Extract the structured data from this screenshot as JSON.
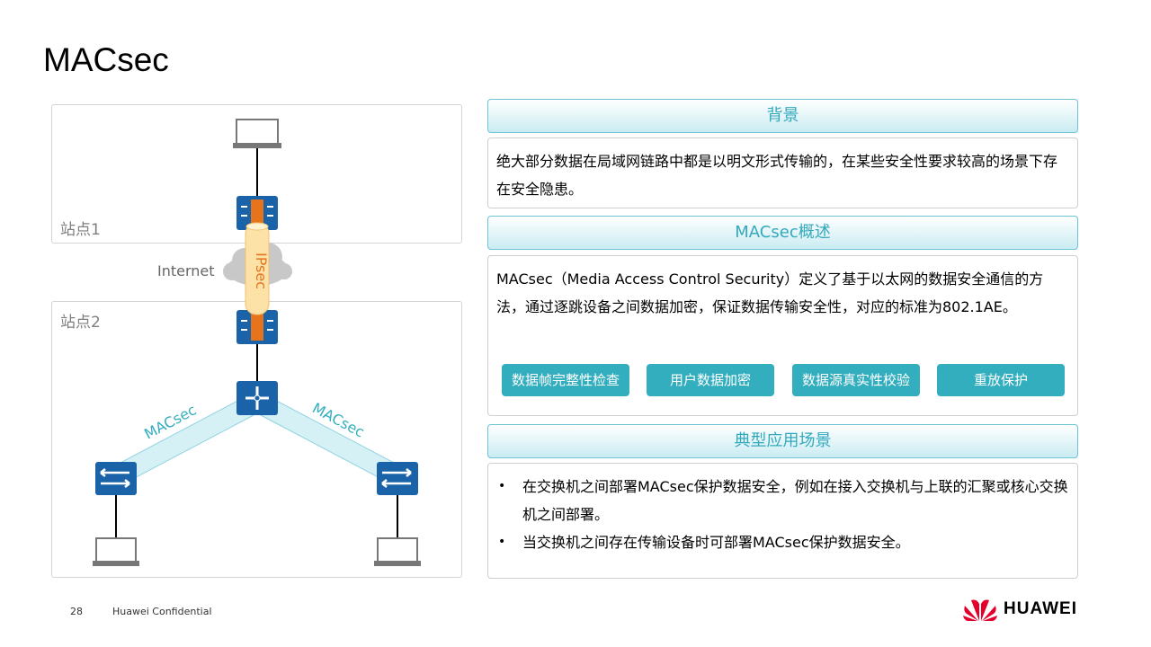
{
  "title": "MACsec",
  "diagram": {
    "site1": "站点1",
    "site2": "站点2",
    "internet": "Internet",
    "ipsec": "IPsec",
    "macsec_left": "MACsec",
    "macsec_right": "MACsec"
  },
  "sections": [
    {
      "header": "背景",
      "body": "绝大部分数据在局域网链路中都是以明文形式传输的，在某些安全性要求较高的场景下存在安全隐患。"
    },
    {
      "header": "MACsec概述",
      "body": "MACsec（Media Access Control Security）定义了基于以太网的数据安全通信的方法，通过逐跳设备之间数据加密，保证数据传输安全性，对应的标准为802.1AE。",
      "features": [
        "数据帧完整性检查",
        "用户数据加密",
        "数据源真实性校验",
        "重放保护"
      ]
    },
    {
      "header": "典型应用场景",
      "bullets": [
        "在交换机之间部署MACsec保护数据安全，例如在接入交换机与上联的汇聚或核心交换机之间部署。",
        "当交换机之间存在传输设备时可部署MACsec保护数据安全。"
      ]
    }
  ],
  "footer": {
    "page": "28",
    "confidential": "Huawei Confidential",
    "brand": "HUAWEI"
  },
  "colors": {
    "accent": "#33aebf",
    "device": "#1a63a8",
    "ipsec": "#e5741c"
  }
}
